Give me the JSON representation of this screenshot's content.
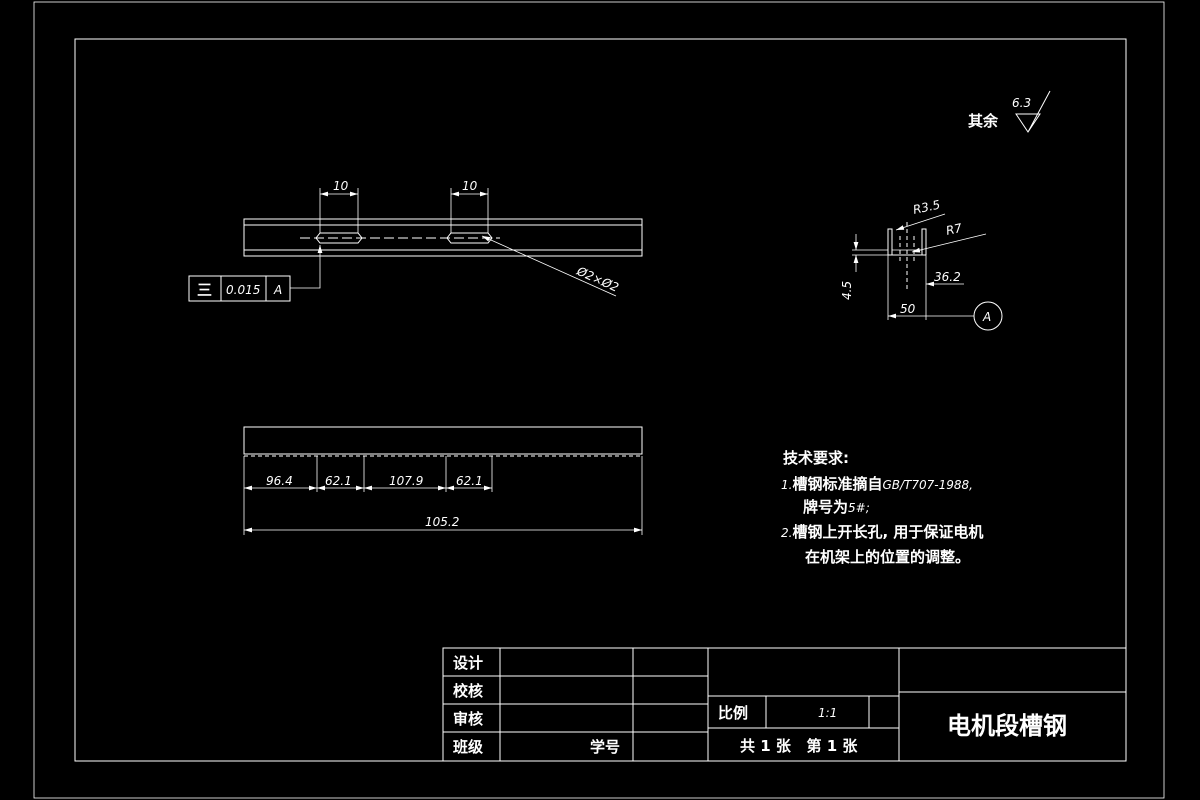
{
  "surface_roughness": {
    "label": "其余",
    "value": "6.3"
  },
  "top_view": {
    "slot_width_1": "10",
    "slot_width_2": "10",
    "hole_dia": "Ø2×Ø2",
    "tolerance_frame": {
      "symbol": "三",
      "value": "0.015",
      "datum": "A"
    }
  },
  "section_view": {
    "r1": "R3.5",
    "r2": "R7",
    "height": "4.5",
    "inner": "36.2",
    "width": "50",
    "datum": "A"
  },
  "front_view": {
    "dims": [
      "96.4",
      "62.1",
      "107.9",
      "62.1"
    ],
    "total": "105.2"
  },
  "tech_requirements": {
    "title": "技术要求:",
    "line1_prefix": "1.",
    "line1_cn": "槽钢标准摘自",
    "line1_std": "GB/T707-1988,",
    "line2_cn": "牌号为",
    "line2_val": "5#;",
    "line3_prefix": "2.",
    "line3_cn": "槽钢上开长孔, 用于保证电机",
    "line4_cn": "在机架上的位置的调整。"
  },
  "title_block": {
    "design": "设计",
    "check": "校核",
    "review": "审核",
    "class": "班级",
    "student_no": "学号",
    "scale_label": "比例",
    "scale_value": "1:1",
    "sheets": "共 1 张   第 1 张",
    "drawing_name": "电机段槽钢"
  }
}
